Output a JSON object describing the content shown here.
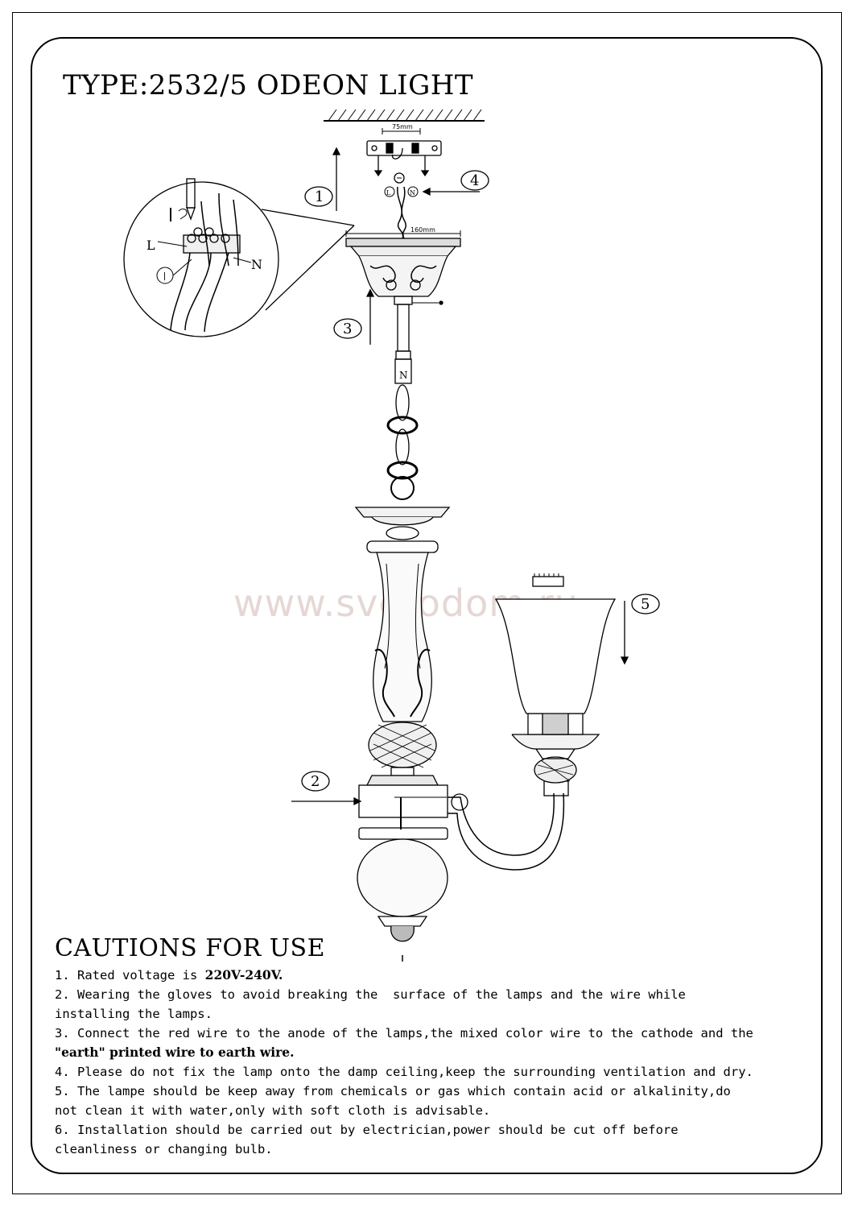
{
  "title": "TYPE:2532/5 ODEON LIGHT",
  "watermark": "www.svetodom.ru",
  "dimensions": {
    "bracket_width": "75mm",
    "canopy_width": "160mm"
  },
  "wire_labels": {
    "live": "L",
    "neutral": "N",
    "live_small": "L",
    "neutral_small": "N",
    "earth": "丨"
  },
  "callouts": [
    "1",
    "2",
    "3",
    "4",
    "5"
  ],
  "cautions": {
    "heading": "CAUTIONS FOR USE",
    "items": [
      {
        "num": "1.",
        "text": "Rated voltage is ",
        "bold": "220V-240V.",
        "rest": ""
      },
      {
        "num": "2.",
        "text": "Wearing the gloves to avoid breaking the  surface of the lamps and the wire while\ninstalling the lamps.",
        "bold": "",
        "rest": ""
      },
      {
        "num": "3.",
        "text": "Connect the red wire to the anode of the lamps,the mixed color wire to the cathode and the\n",
        "bold": "\"earth\" printed wire to earth wire.",
        "rest": ""
      },
      {
        "num": "4.",
        "text": "Please do not fix the lamp onto the damp ceiling,keep the surrounding ventilation and dry.",
        "bold": "",
        "rest": ""
      },
      {
        "num": "5.",
        "text": "The lampe should be keep away from chemicals or gas which contain acid or alkalinity,do\nnot clean it with water,only with soft cloth is advisable.",
        "bold": "",
        "rest": ""
      },
      {
        "num": "6.",
        "text": "Installation should be carried out by electrician,power should be cut off before\ncleanliness or changing bulb.",
        "bold": "",
        "rest": ""
      }
    ]
  }
}
